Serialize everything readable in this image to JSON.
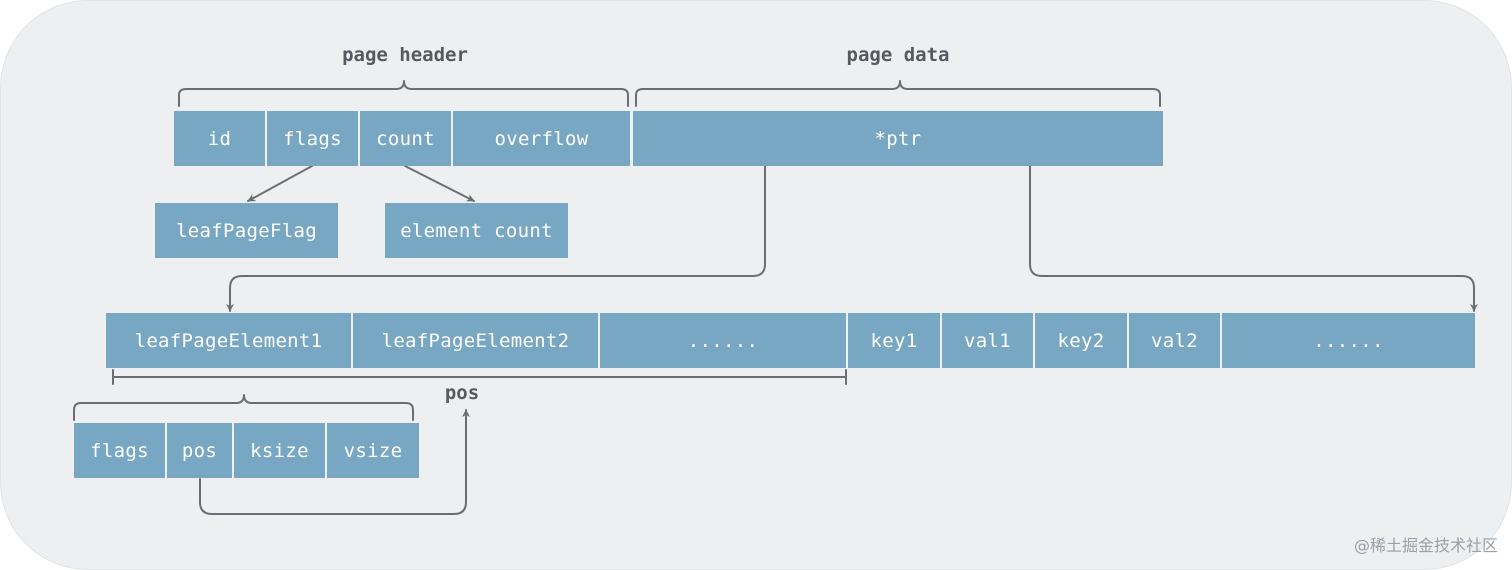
{
  "labels": {
    "page_header": "page header",
    "page_data": "page data",
    "pos": "pos"
  },
  "header_row": [
    {
      "key": "id",
      "text": "id"
    },
    {
      "key": "flags",
      "text": "flags"
    },
    {
      "key": "count",
      "text": "count"
    },
    {
      "key": "overflow",
      "text": "overflow"
    },
    {
      "key": "ptr",
      "text": "*ptr"
    }
  ],
  "meaning_boxes": {
    "flags": "leafPageFlag",
    "count": "element count"
  },
  "data_row": [
    {
      "key": "leaf-page-element-1",
      "text": "leafPageElement1"
    },
    {
      "key": "leaf-page-element-2",
      "text": "leafPageElement2"
    },
    {
      "key": "elements-ellipsis",
      "text": "......"
    },
    {
      "key": "key1",
      "text": "key1"
    },
    {
      "key": "val1",
      "text": "val1"
    },
    {
      "key": "key2",
      "text": "key2"
    },
    {
      "key": "val2",
      "text": "val2"
    },
    {
      "key": "kv-ellipsis",
      "text": "......"
    }
  ],
  "element_fields": [
    {
      "key": "flags",
      "text": "flags"
    },
    {
      "key": "pos",
      "text": "pos"
    },
    {
      "key": "ksize",
      "text": "ksize"
    },
    {
      "key": "vsize",
      "text": "vsize"
    }
  ],
  "watermark": "@稀土掘金技术社区",
  "colors": {
    "panel_background": "#eeeff1",
    "cell_fill": "#77a7c2",
    "cell_text": "#ffffff",
    "line": "#6b6f75",
    "label_text": "#555a60"
  }
}
